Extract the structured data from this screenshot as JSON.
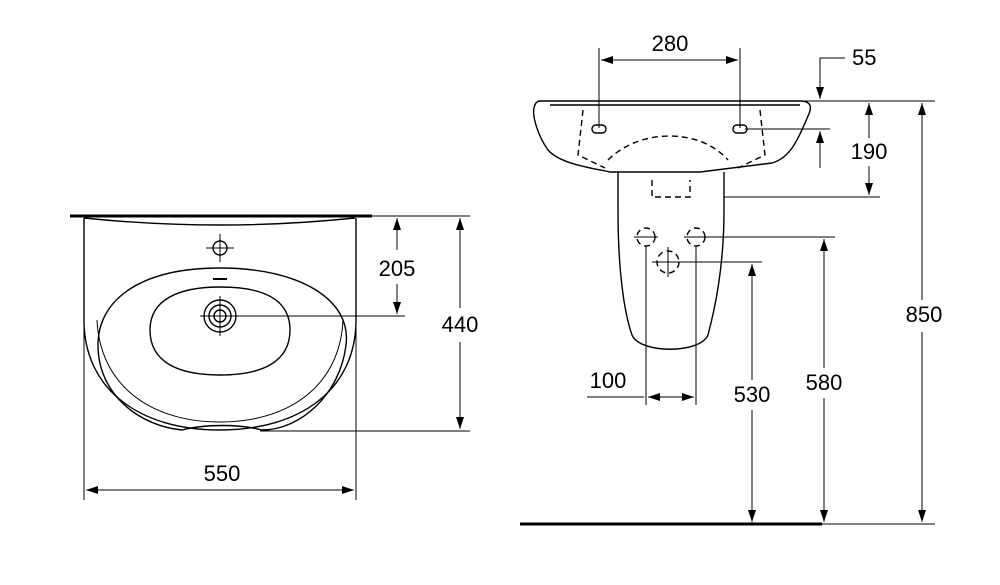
{
  "diagram": {
    "front_view": {
      "width_label": "550",
      "height_label": "440",
      "tap_hole_label": "205"
    },
    "side_view": {
      "fixing_distance_label": "280",
      "rim_thickness_label": "55",
      "rim_to_pedestal_label": "190",
      "total_height_label": "850",
      "outlet_spacing_label": "100",
      "lower_outlet_height_label": "530",
      "upper_outlet_height_label": "580"
    }
  }
}
